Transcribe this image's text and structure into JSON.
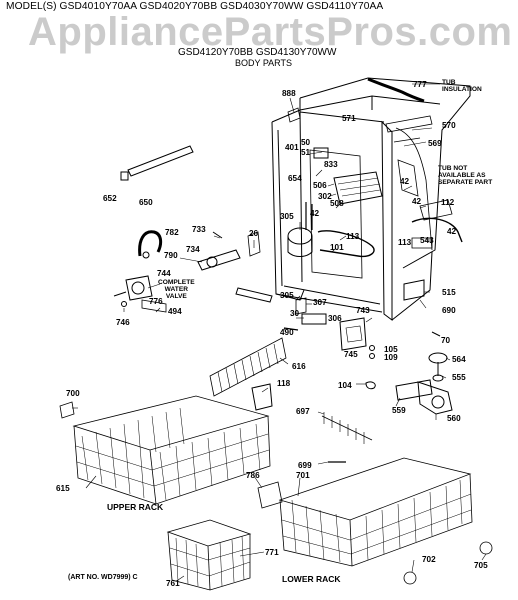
{
  "header": {
    "models_line1": "MODEL(S) GSD4010Y70AA  GSD4020Y70BB  GSD4030Y70WW  GSD4110Y70AA",
    "models_line2": "GSD4120Y70BB  GSD4130Y70WW",
    "section_title": "BODY PARTS"
  },
  "watermark": "AppliancePartsPros.com",
  "notes": {
    "tub_insulation": [
      "TUB",
      "INSULATION"
    ],
    "tub_not_available": [
      "TUB NOT",
      "AVAILABLE AS",
      "SEPARATE PART"
    ],
    "complete_water_valve": [
      "COMPLETE",
      "WATER",
      "VALVE"
    ]
  },
  "rack_labels": {
    "upper": "UPPER RACK",
    "lower": "LOWER RACK"
  },
  "art_no": "(ART NO. WD7999) C",
  "callouts": [
    {
      "id": "777",
      "text": "777"
    },
    {
      "id": "888",
      "text": "888"
    },
    {
      "id": "571",
      "text": "571"
    },
    {
      "id": "570",
      "text": "570"
    },
    {
      "id": "569",
      "text": "569"
    },
    {
      "id": "50",
      "text": "50"
    },
    {
      "id": "51",
      "text": "51"
    },
    {
      "id": "401",
      "text": "401"
    },
    {
      "id": "833",
      "text": "833"
    },
    {
      "id": "654",
      "text": "654"
    },
    {
      "id": "506",
      "text": "506"
    },
    {
      "id": "302",
      "text": "302"
    },
    {
      "id": "508",
      "text": "508"
    },
    {
      "id": "42a",
      "text": "42"
    },
    {
      "id": "42b",
      "text": "42"
    },
    {
      "id": "42c",
      "text": "42"
    },
    {
      "id": "42d",
      "text": "42"
    },
    {
      "id": "112",
      "text": "112"
    },
    {
      "id": "305a",
      "text": "305"
    },
    {
      "id": "113a",
      "text": "113"
    },
    {
      "id": "113b",
      "text": "113"
    },
    {
      "id": "101",
      "text": "101"
    },
    {
      "id": "543",
      "text": "543"
    },
    {
      "id": "652",
      "text": "652"
    },
    {
      "id": "650",
      "text": "650"
    },
    {
      "id": "733",
      "text": "733"
    },
    {
      "id": "782",
      "text": "782"
    },
    {
      "id": "790",
      "text": "790"
    },
    {
      "id": "734",
      "text": "734"
    },
    {
      "id": "26",
      "text": "26"
    },
    {
      "id": "744",
      "text": "744"
    },
    {
      "id": "776",
      "text": "776"
    },
    {
      "id": "494",
      "text": "494"
    },
    {
      "id": "746",
      "text": "746"
    },
    {
      "id": "305b",
      "text": "305"
    },
    {
      "id": "307",
      "text": "307"
    },
    {
      "id": "30",
      "text": "30"
    },
    {
      "id": "306",
      "text": "306"
    },
    {
      "id": "490",
      "text": "490"
    },
    {
      "id": "743",
      "text": "743"
    },
    {
      "id": "515",
      "text": "515"
    },
    {
      "id": "690",
      "text": "690"
    },
    {
      "id": "70",
      "text": "70"
    },
    {
      "id": "745",
      "text": "745"
    },
    {
      "id": "105",
      "text": "105"
    },
    {
      "id": "109",
      "text": "109"
    },
    {
      "id": "564",
      "text": "564"
    },
    {
      "id": "616",
      "text": "616"
    },
    {
      "id": "555",
      "text": "555"
    },
    {
      "id": "700",
      "text": "700"
    },
    {
      "id": "118",
      "text": "118"
    },
    {
      "id": "104",
      "text": "104"
    },
    {
      "id": "559",
      "text": "559"
    },
    {
      "id": "560",
      "text": "560"
    },
    {
      "id": "697",
      "text": "697"
    },
    {
      "id": "615",
      "text": "615"
    },
    {
      "id": "699",
      "text": "699"
    },
    {
      "id": "786",
      "text": "786"
    },
    {
      "id": "701",
      "text": "701"
    },
    {
      "id": "771",
      "text": "771"
    },
    {
      "id": "761",
      "text": "761"
    },
    {
      "id": "702",
      "text": "702"
    },
    {
      "id": "705",
      "text": "705"
    }
  ]
}
